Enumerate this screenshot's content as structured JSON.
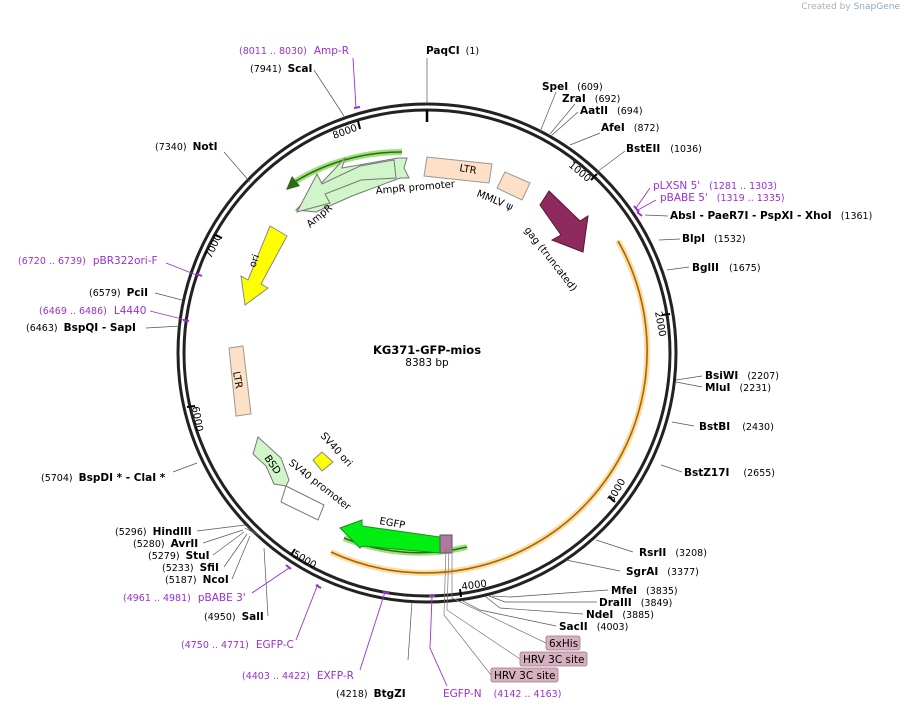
{
  "credit": {
    "prefix": "Created by",
    "brand": "SnapGene"
  },
  "plasmid": {
    "name": "KG371-GFP-mios",
    "length_label": "8383 bp",
    "length": 8383
  },
  "colors": {
    "primer": "#9b30d0",
    "orf": "#ffc060",
    "his": "#d7b0bf"
  },
  "tick_marks": [
    "1000",
    "2000",
    "3000",
    "4000",
    "5000",
    "6000",
    "7000",
    "8000"
  ],
  "enzymes": [
    {
      "name": "PaqCI",
      "pos": "(1)"
    },
    {
      "name": "SpeI",
      "pos": "(609)"
    },
    {
      "name": "ZraI",
      "pos": "(692)"
    },
    {
      "name": "AatII",
      "pos": "(694)"
    },
    {
      "name": "AfeI",
      "pos": "(872)"
    },
    {
      "name": "BstEII",
      "pos": "(1036)"
    },
    {
      "name": "AbsI - PaeR7I - PspXI - XhoI",
      "pos": "(1361)"
    },
    {
      "name": "BlpI",
      "pos": "(1532)"
    },
    {
      "name": "BglII",
      "pos": "(1675)"
    },
    {
      "name": "BsiWI",
      "pos": "(2207)"
    },
    {
      "name": "MluI",
      "pos": "(2231)"
    },
    {
      "name": "BstBI",
      "pos": "(2430)"
    },
    {
      "name": "BstZ17I",
      "pos": "(2655)"
    },
    {
      "name": "RsrII",
      "pos": "(3208)"
    },
    {
      "name": "SgrAI",
      "pos": "(3377)"
    },
    {
      "name": "MfeI",
      "pos": "(3835)"
    },
    {
      "name": "DraIII",
      "pos": "(3849)"
    },
    {
      "name": "NdeI",
      "pos": "(3885)"
    },
    {
      "name": "SacII",
      "pos": "(4003)"
    },
    {
      "name": "BtgZI",
      "pos": "(4218)"
    },
    {
      "name": "SalI",
      "pos": "(4950)"
    },
    {
      "name": "NcoI",
      "pos": "(5187)"
    },
    {
      "name": "SfiI",
      "pos": "(5233)"
    },
    {
      "name": "StuI",
      "pos": "(5279)"
    },
    {
      "name": "AvrII",
      "pos": "(5280)"
    },
    {
      "name": "HindIII",
      "pos": "(5296)"
    },
    {
      "name": "BspDI * - ClaI *",
      "pos": "(5704)"
    },
    {
      "name": "BspQI - SapI",
      "pos": "(6463)"
    },
    {
      "name": "PciI",
      "pos": "(6579)"
    },
    {
      "name": "NotI",
      "pos": "(7340)"
    },
    {
      "name": "ScaI",
      "pos": "(7941)"
    }
  ],
  "primers": [
    {
      "name": "pLXSN 5'",
      "range": "(1281 .. 1303)"
    },
    {
      "name": "pBABE 5'",
      "range": "(1319 .. 1335)"
    },
    {
      "name": "EGFP-N",
      "range": "(4142 .. 4163)"
    },
    {
      "name": "EXFP-R",
      "range": "(4403 .. 4422)"
    },
    {
      "name": "EGFP-C",
      "range": "(4750 .. 4771)"
    },
    {
      "name": "pBABE 3'",
      "range": "(4961 .. 4981)"
    },
    {
      "name": "L4440",
      "range": "(6469 .. 6486)"
    },
    {
      "name": "pBR322ori-F",
      "range": "(6720 .. 6739)"
    },
    {
      "name": "Amp-R",
      "range": "(8011 .. 8030)"
    }
  ],
  "sites": [
    {
      "name": "6xHis"
    },
    {
      "name": "HRV 3C site"
    },
    {
      "name": "HRV 3C site"
    }
  ],
  "features": [
    {
      "name": "LTR"
    },
    {
      "name": "MMLV ψ"
    },
    {
      "name": "gag (truncated)"
    },
    {
      "name": "AmpR promoter"
    },
    {
      "name": "AmpR"
    },
    {
      "name": "ori"
    },
    {
      "name": "LTR"
    },
    {
      "name": "BSD"
    },
    {
      "name": "SV40 promoter"
    },
    {
      "name": "SV40 ori"
    },
    {
      "name": "EGFP"
    }
  ]
}
